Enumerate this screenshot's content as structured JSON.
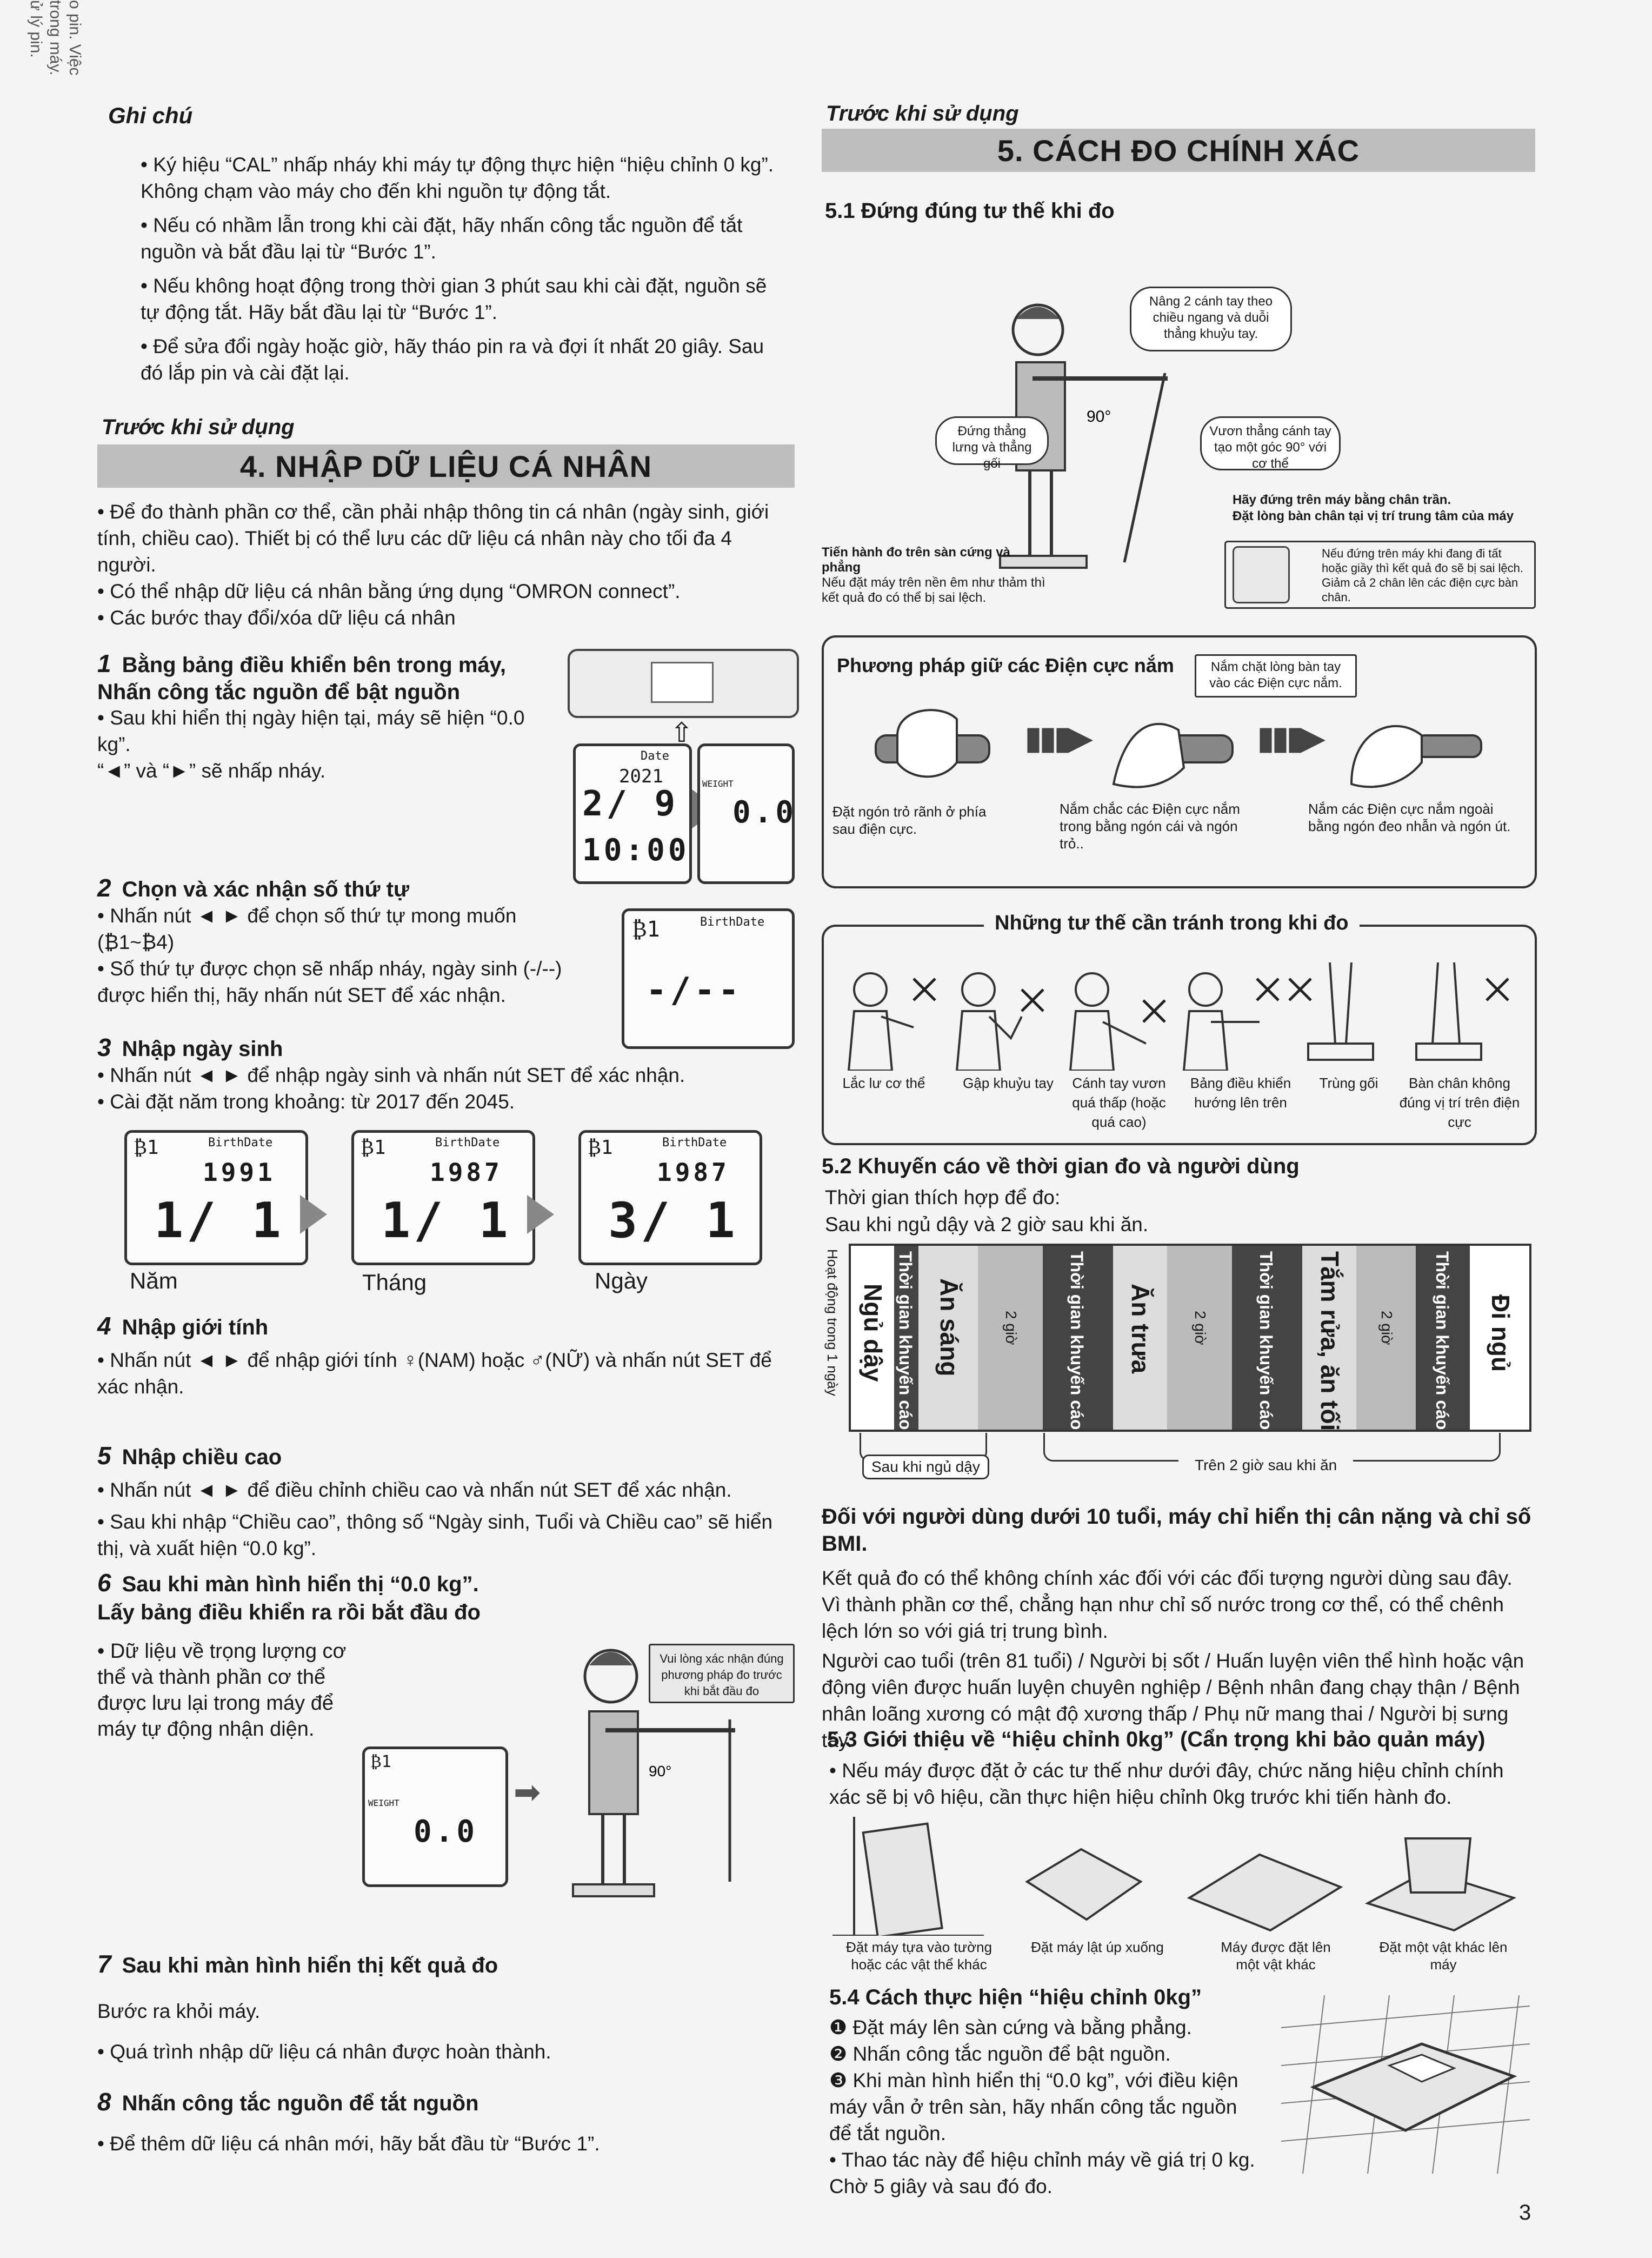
{
  "corner_text": [
    "o pin. Việc",
    "trong máy.",
    "ử lý pin."
  ],
  "notes": {
    "title": "Ghi chú",
    "items": [
      "Ký hiệu “CAL” nhấp nháy khi máy tự động thực hiện “hiệu chỉnh 0 kg”. Không chạm vào máy cho đến khi nguồn tự động tắt.",
      "Nếu có nhầm lẫn trong khi cài đặt, hãy nhấn công tắc nguồn để tắt nguồn và bắt đầu lại từ “Bước 1”.",
      "Nếu không hoạt động trong thời gian 3 phút sau khi cài đặt, nguồn sẽ tự động tắt. Hãy bắt đầu lại từ “Bước 1”.",
      "Để sửa đổi ngày hoặc giờ, hãy tháo pin ra và đợi ít nhất 20 giây. Sau đó lắp pin và cài đặt lại."
    ]
  },
  "left_section": {
    "pre": "Trước khi sử dụng",
    "title": "4. NHẬP DỮ LIỆU CÁ NHÂN",
    "intro": [
      "Để đo thành phần cơ thể, cần phải nhập thông tin cá nhân (ngày sinh, giới tính, chiều cao). Thiết bị có thể lưu các dữ liệu cá nhân này cho tối đa 4 người.",
      "Có thể nhập dữ liệu cá nhân bằng ứng dụng “OMRON connect”.",
      "Các bước thay đổi/xóa dữ liệu cá nhân"
    ]
  },
  "steps": [
    {
      "n": "1",
      "title": "Bằng bảng điều khiển bên trong máy,",
      "title2": "Nhấn công tắc nguồn để bật nguồn",
      "lines": [
        "Sau khi hiển thị ngày hiện tại, máy sẽ hiện “0.0 kg”.",
        "“◄” và “►” sẽ nhấp nháy."
      ]
    },
    {
      "n": "2",
      "title": "Chọn và xác nhận số thứ tự",
      "lines": [
        "Nhấn nút ◄ ► để chọn số thứ tự mong muốn (₿1~₿4)",
        "Số thứ tự được chọn sẽ nhấp nháy, ngày sinh (-/--) được hiển thị, hãy nhấn nút SET để xác nhận."
      ]
    },
    {
      "n": "3",
      "title": "Nhập ngày sinh",
      "lines": [
        "Nhấn nút ◄ ► để nhập ngày sinh và nhấn nút SET để xác nhận.",
        "Cài đặt năm trong khoảng: từ 2017 đến 2045."
      ]
    },
    {
      "n": "4",
      "title": "Nhập giới tính",
      "lines": [
        "Nhấn nút ◄ ► để nhập giới tính ♀(NAM) hoặc ♂(NỮ) và nhấn nút SET để xác nhận."
      ]
    },
    {
      "n": "5",
      "title": "Nhập chiều cao",
      "lines": [
        "Nhấn nút ◄ ► để điều chỉnh chiều cao và nhấn nút SET để xác nhận.",
        "Sau khi nhập “Chiều cao”, thông số “Ngày sinh, Tuổi và Chiều cao” sẽ hiển thị, và xuất hiện “0.0 kg”."
      ]
    },
    {
      "n": "6",
      "title": "Sau khi màn hình hiển thị “0.0 kg”.",
      "title2": "Lấy bảng điều khiển ra rồi bắt đầu đo",
      "lines": [
        "Dữ liệu về trọng lượng cơ thể và thành phần cơ thể được lưu lại trong máy để máy tự động nhận diện."
      ]
    },
    {
      "n": "7",
      "title": "Sau khi màn hình hiển thị kết quả đo",
      "plain": "Bước ra khỏi máy.",
      "lines": [
        "Quá trình nhập dữ liệu cá nhân được hoàn thành."
      ]
    },
    {
      "n": "8",
      "title": "Nhấn công tắc nguồn để tắt nguồn",
      "lines": [
        "Để thêm dữ liệu cá nhân mới, hãy bắt đầu từ “Bước 1”."
      ]
    }
  ],
  "lcd": {
    "step1_date_label": "Date",
    "step1_year": "2021",
    "step1_date": "2/ 9",
    "step1_time": "10:00",
    "step1_weight_label": "WEIGHT",
    "step1_weight": "0.0",
    "birthdate_label": "BirthDate",
    "slot": "₿1",
    "dashes": "-/--",
    "year1": "1991",
    "date1": "1/ 1",
    "year2": "1987",
    "date2": "1/ 1",
    "year3": "1987",
    "date3": "3/ 1",
    "cap_year": "Năm",
    "cap_month": "Tháng",
    "cap_day": "Ngày",
    "step6_weight": "0.0",
    "step6_label": "WEIGHT"
  },
  "step6_bubble": "Vui lòng xác nhận đúng phương pháp đo trước khi bắt đầu đo",
  "angle": "90°",
  "right_section": {
    "pre": "Trước khi sử dụng",
    "title": "5. CÁCH ĐO CHÍNH XÁC",
    "s51": "5.1 Đứng đúng tư thế khi đo",
    "bubble_arms": "Nâng 2 cánh tay theo chiều ngang và duỗi thẳng khuỷu tay.",
    "bubble_back": "Đứng thẳng lưng và thẳng gối",
    "bubble_angle": "Vươn thẳng cánh tay tạo một góc 90° với cơ thể",
    "barefoot_title": "Hãy đứng trên máy bằng chân trần.",
    "barefoot_sub": "Đặt lòng bàn chân tại vị trí trung tâm của máy",
    "floor_title": "Tiến hành đo trên sàn cứng và phẳng",
    "floor_sub": "Nếu đặt máy trên nền êm như thảm thì kết quả đo có thể bị sai lệch.",
    "feet_note": "Nếu đứng trên máy khi đang đi tất hoặc giầy thì kết quả đo sẽ bị sai lệch. Giảm cả 2 chân lên các điện cực bàn chân.",
    "grip_title": "Phương pháp giữ các Điện cực nắm",
    "grip_bubble": "Nắm chặt lòng bàn tay vào các Điện cực nắm.",
    "grip_caps": [
      "Đặt ngón trỏ rãnh ở phía sau điện cực.",
      "Nắm chắc các Điện cực nắm trong bằng ngón cái và ngón trỏ..",
      "Nắm các Điện cực nắm ngoài bằng ngón đeo nhẫn và ngón út."
    ],
    "avoid_title": "Những tư thế cần tránh trong khi đo",
    "avoid_caps": [
      "Lắc lư cơ thể",
      "Gập khuỷu tay",
      "Cánh tay vươn quá thấp (hoặc quá cao)",
      "Bảng điều khiển hướng lên trên",
      "Trùng gối",
      "Bàn chân không đúng vị trí trên điện cực"
    ],
    "s52": "5.2 Khuyến cáo về thời gian đo và người dùng",
    "s52_l1": "Thời gian thích hợp để đo:",
    "s52_l2": "Sau khi ngủ dậy và 2 giờ sau khi ăn.",
    "timeline_side": "Hoạt động trong 1 ngày",
    "timeline": [
      "Ngủ dậy",
      "Thời gian khuyến cáo",
      "Ăn sáng",
      "2 giờ",
      "Thời gian khuyến cáo",
      "Ăn trưa",
      "2 giờ",
      "Thời gian khuyến cáo",
      "Tắm rửa, ăn tối",
      "2 giờ",
      "Thời gian khuyến cáo",
      "Đi ngủ"
    ],
    "brace1": "Sau khi ngủ dậy",
    "brace2": "Trên 2 giờ sau khi ăn",
    "bmi_title": "Đối với người dùng dưới 10 tuổi, máy chỉ hiển thị cân nặng và chỉ số BMI.",
    "bmi_p1": "Kết quả đo có thể không chính xác đối với các đối tượng người dùng sau đây. Vì thành phần cơ thể, chẳng hạn như chỉ số nước trong cơ thể, có thể chênh lệch lớn so với giá trị trung bình.",
    "bmi_p2": "Người cao tuổi (trên 81 tuổi) / Người bị sốt / Huấn luyện viên thể hình hoặc vận động viên được huấn luyện chuyên nghiệp / Bệnh nhân đang chạy thận / Bệnh nhân loãng xương có mật độ xương thấp / Phụ nữ mang thai / Người bị sưng tấy.",
    "s53": "5.3 Giới thiệu về “hiệu chỉnh 0kg” (Cẩn trọng khi bảo quản máy)",
    "s53_l1": "Nếu máy được đặt ở các tư thế như dưới đây, chức năng hiệu chỉnh chính xác sẽ bị vô hiệu, cần thực hiện hiệu chỉnh 0kg trước khi tiến hành đo.",
    "s53_caps": [
      "Đặt máy tựa vào tường hoặc các vật thể khác",
      "Đặt máy lật úp xuống",
      "Máy được đặt lên một vật khác",
      "Đặt một vật khác lên máy"
    ],
    "s54": "5.4 Cách thực hiện “hiệu chỉnh 0kg”",
    "s54_items": [
      "❶ Đặt máy lên sàn cứng và bằng phẳng.",
      "❷ Nhấn công tắc nguồn để bật nguồn.",
      "❸ Khi màn hình hiển thị “0.0 kg”, với điều kiện máy vẫn ở trên sàn, hãy nhấn công tắc nguồn để tắt nguồn."
    ],
    "s54_note": "Thao tác này để hiệu chỉnh máy về giá trị 0 kg. Chờ 5 giây và sau đó đo."
  },
  "page_number": "3"
}
